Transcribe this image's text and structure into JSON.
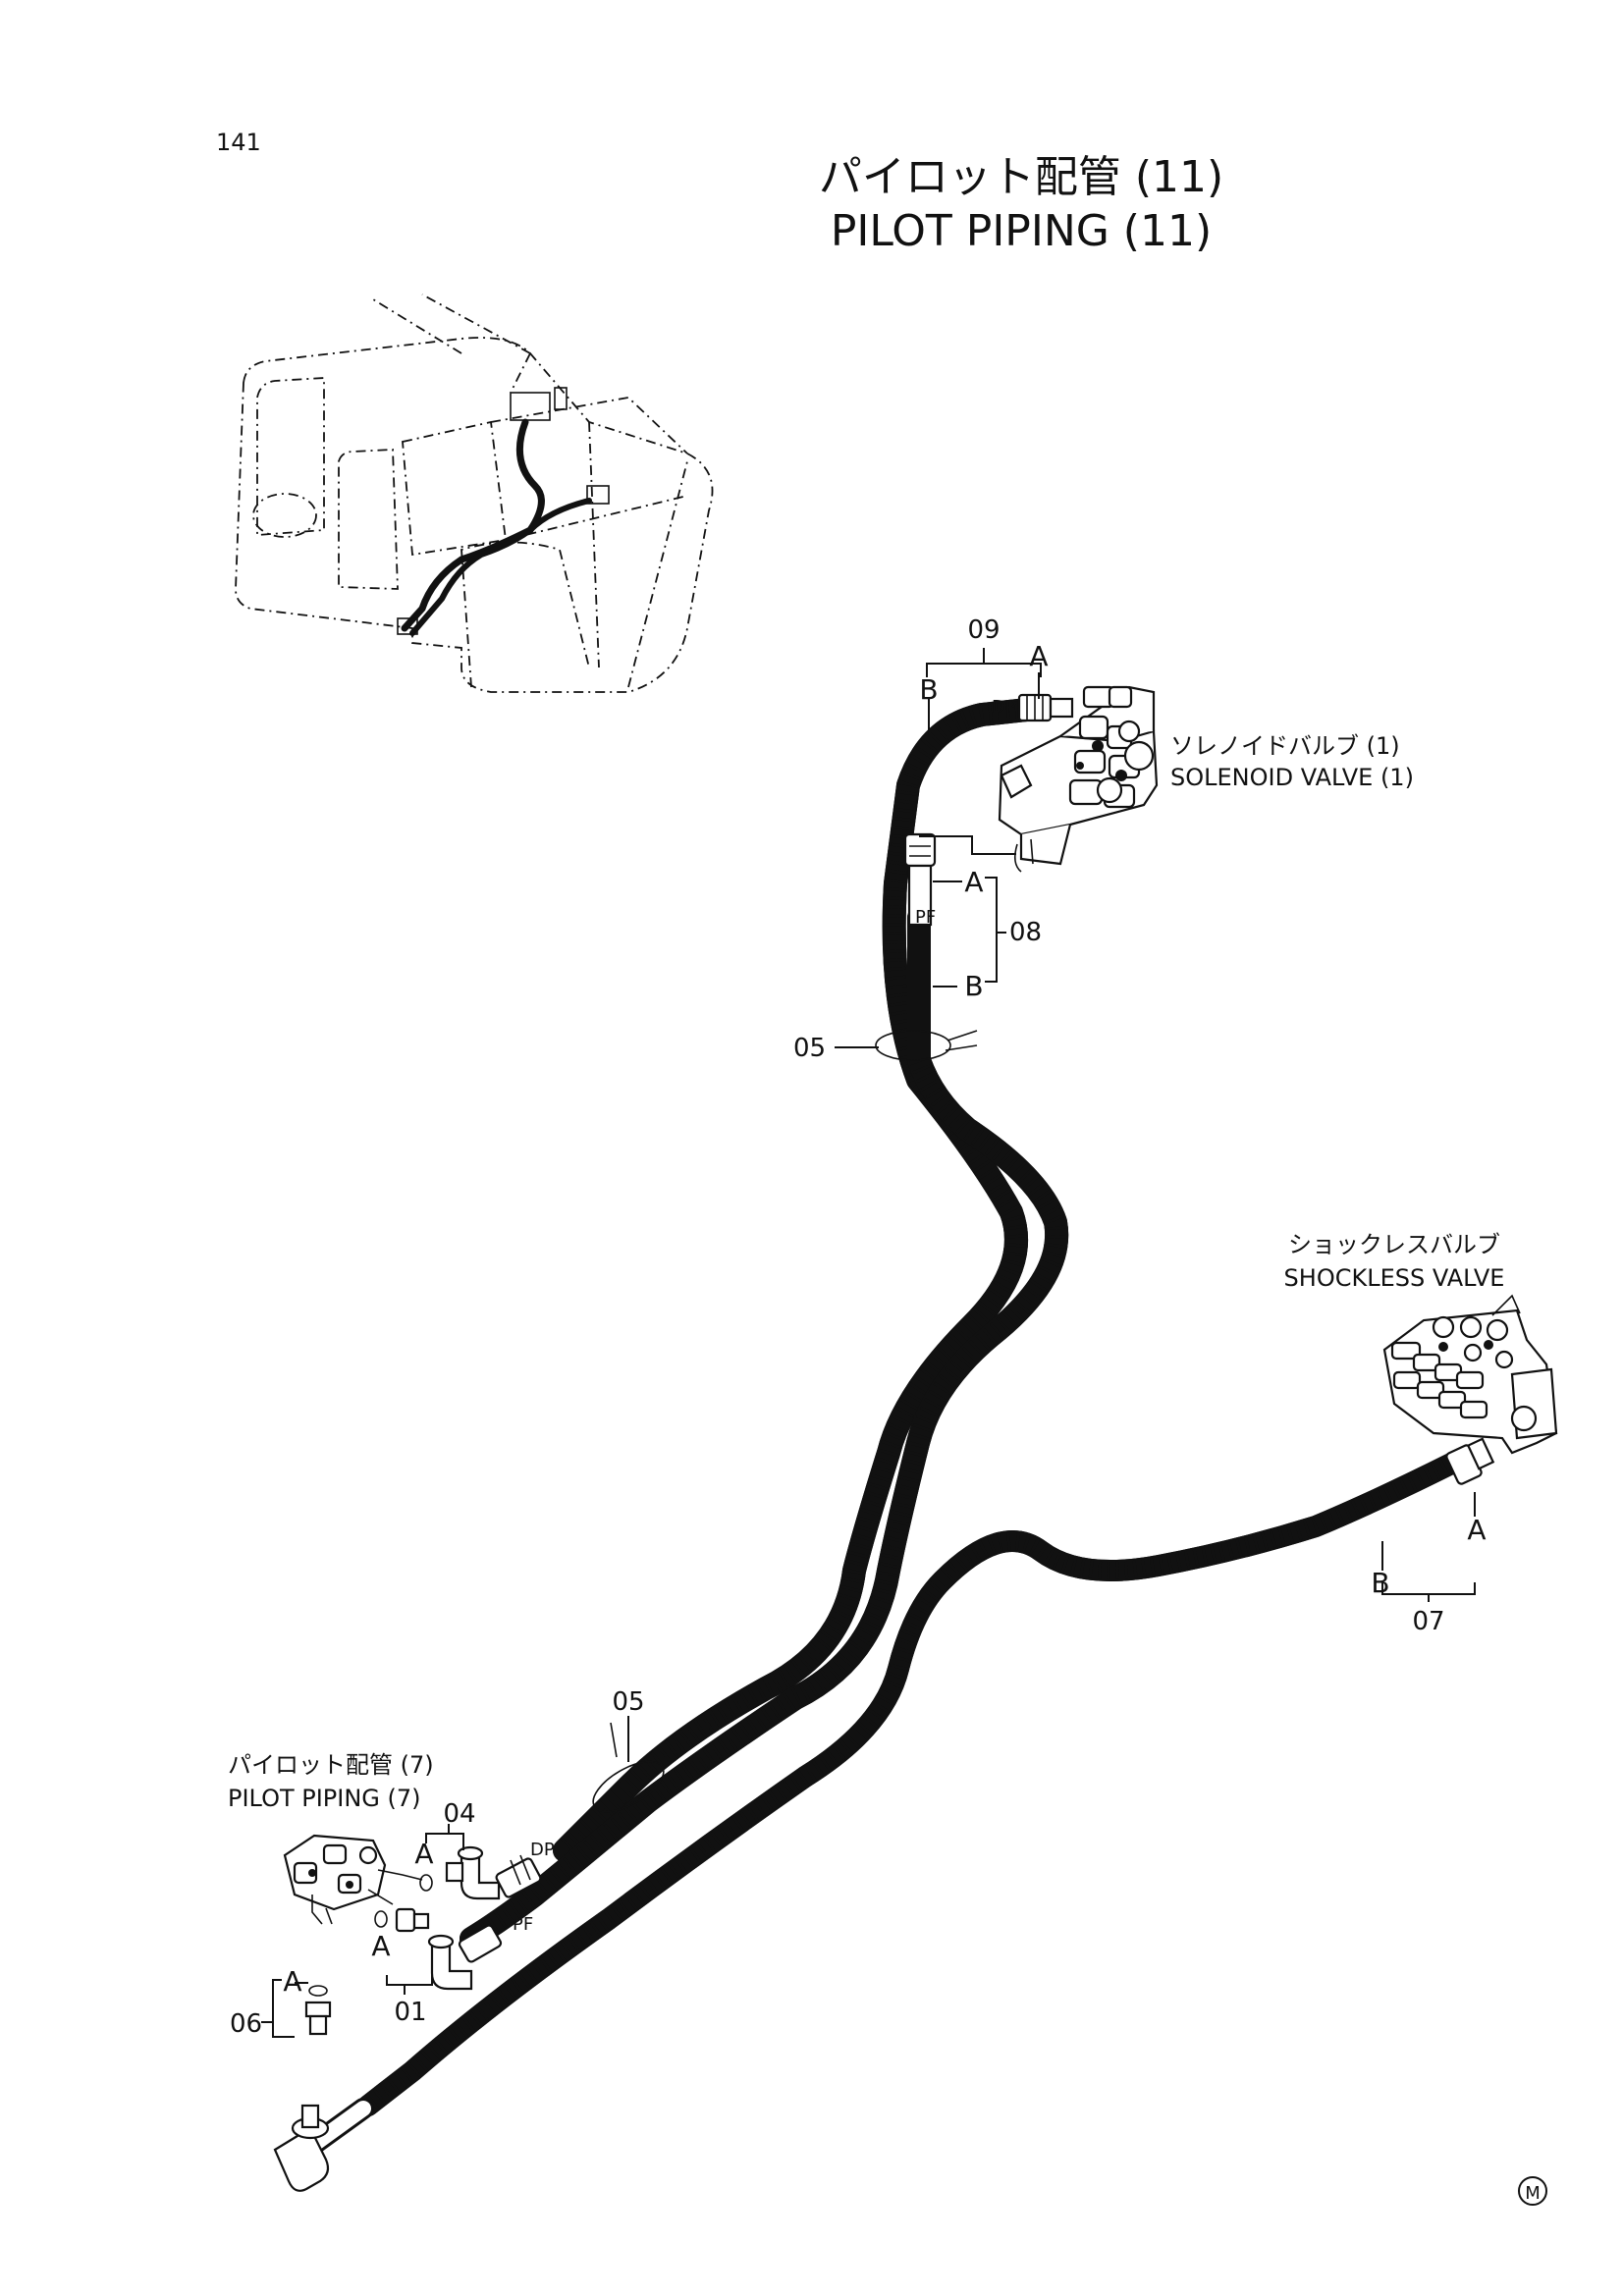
{
  "page_number": "141",
  "title": {
    "jp": "パイロット配管 (11)",
    "en": "PILOT PIPING (11)"
  },
  "components": {
    "solenoid_valve": {
      "jp": "ソレノイドバルブ (1)",
      "en": "SOLENOID VALVE (1)"
    },
    "shockless_valve": {
      "jp": "ショックレスバルブ",
      "en": "SHOCKLESS VALVE"
    },
    "pilot_piping_7": {
      "jp": "パイロット配管 (7)",
      "en": "PILOT PIPING (7)"
    }
  },
  "callouts": {
    "p09": "09",
    "p08": "08",
    "p05_upper": "05",
    "p05_lower": "05",
    "p07": "07",
    "p04": "04",
    "p01": "01",
    "p06": "06"
  },
  "end_markers": {
    "a": "A",
    "b": "B"
  },
  "port_labels": {
    "dp": "DP",
    "pf": "PF"
  },
  "footer_mark": "M"
}
